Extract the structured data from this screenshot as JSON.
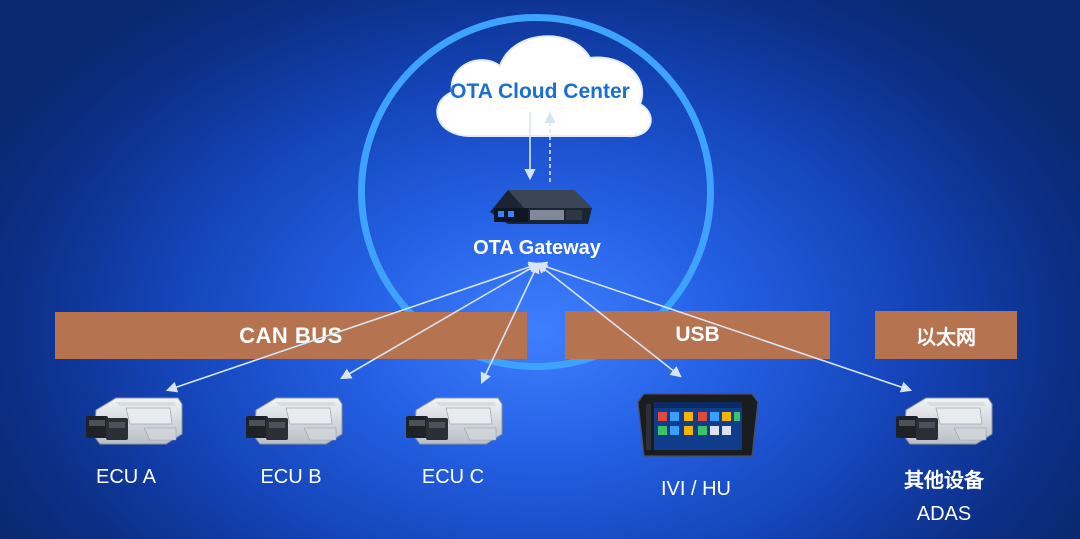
{
  "cloud": {
    "title": "OTA Cloud Center"
  },
  "gateway": {
    "title": "OTA Gateway"
  },
  "buses": {
    "can": "CAN BUS",
    "usb": "USB",
    "ethernet": "以太网"
  },
  "devices": {
    "ecu_a": "ECU A",
    "ecu_b": "ECU B",
    "ecu_c": "ECU C",
    "ivi": "IVI / HU",
    "other_title": "其他设备",
    "other_sub": "ADAS"
  },
  "colors": {
    "ring": "#3da3ff",
    "bus_bar": "#b5734f",
    "cloud_text": "#1a6fd0",
    "arrow": "#d8e4f4"
  },
  "icons": {
    "cloud": "cloud-icon",
    "gateway": "gateway-device-icon",
    "ecu": "ecu-module-icon",
    "ivi": "head-unit-screen-icon"
  }
}
